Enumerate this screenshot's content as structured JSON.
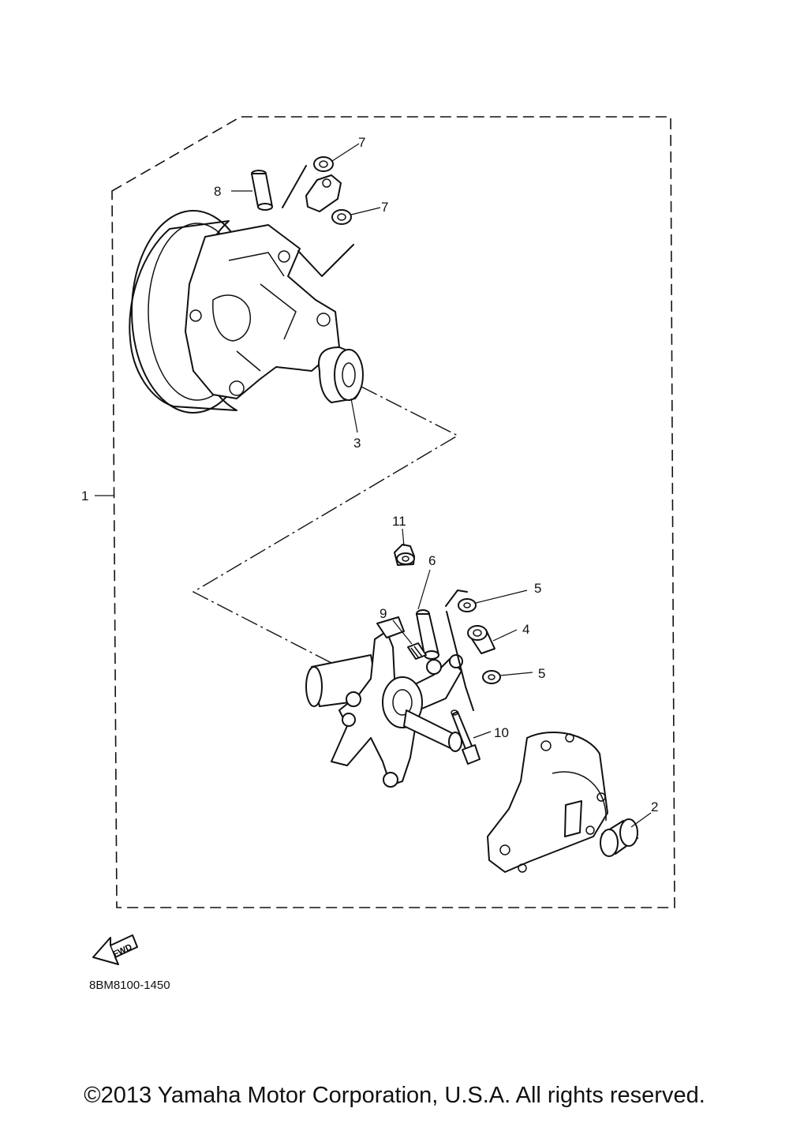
{
  "diagram": {
    "part_code": "8BM8100-1450",
    "copyright": "©2013 Yamaha Motor Corporation, U.S.A. All rights reserved.",
    "fwd_label": "FWD",
    "callouts": {
      "c1": "1",
      "c2": "2",
      "c3": "3",
      "c4": "4",
      "c5a": "5",
      "c5b": "5",
      "c6": "6",
      "c7a": "7",
      "c7b": "7",
      "c8": "8",
      "c9": "9",
      "c10": "10",
      "c11": "11"
    }
  }
}
